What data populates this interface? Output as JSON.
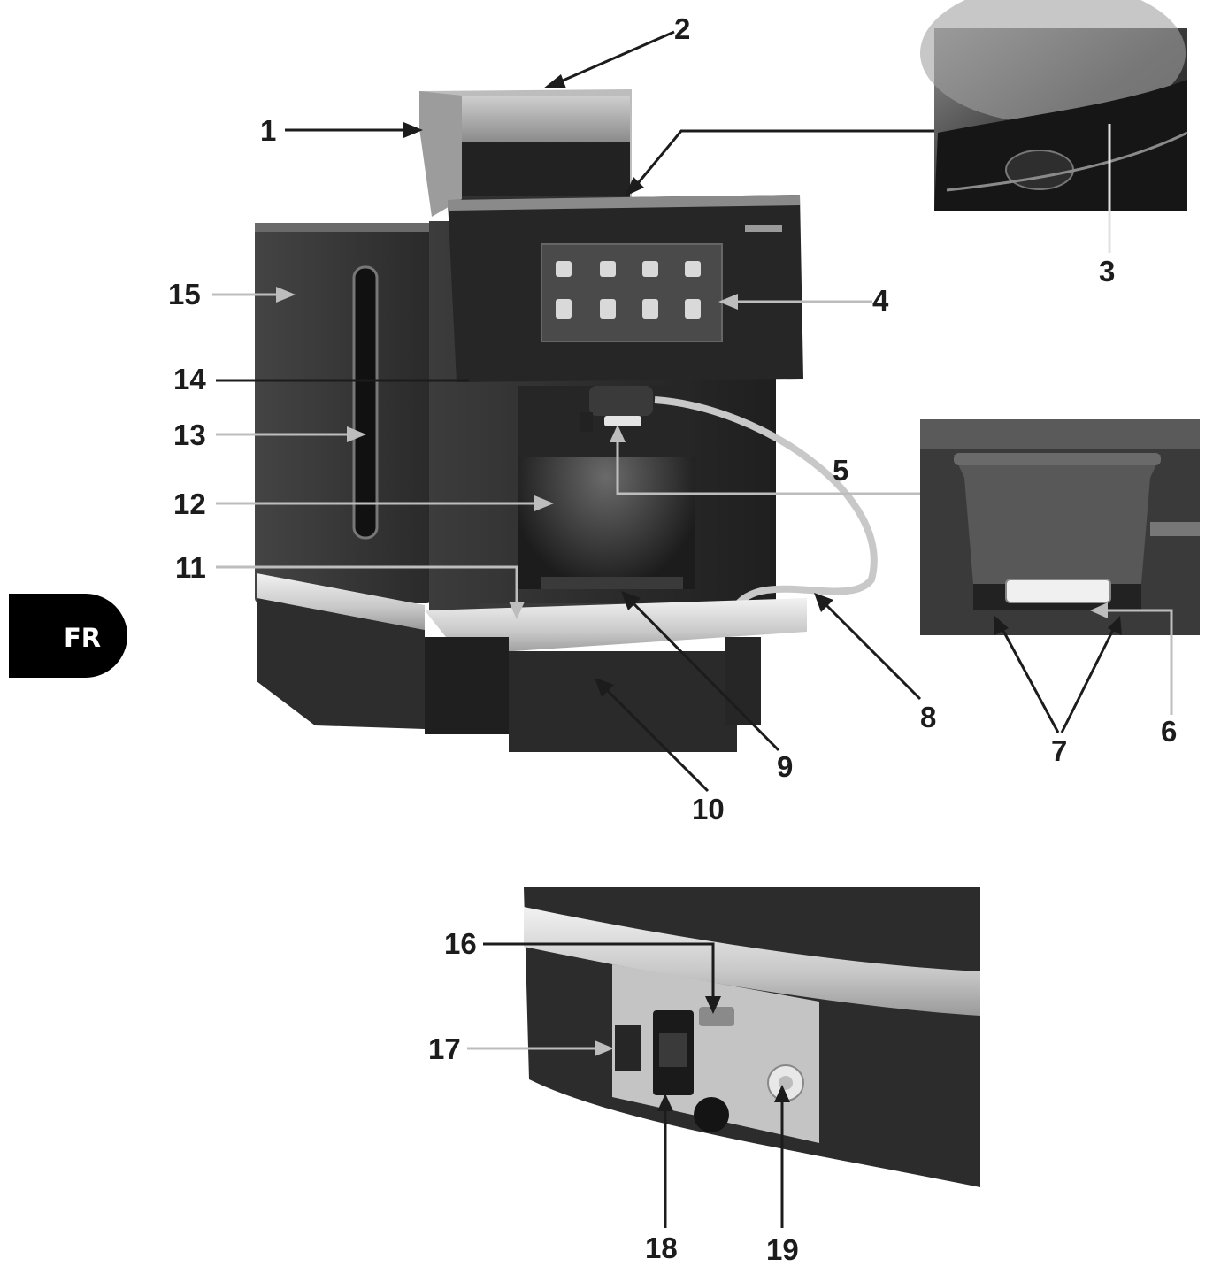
{
  "language_tab": "FR",
  "callouts": [
    {
      "id": "1",
      "label": "1"
    },
    {
      "id": "2",
      "label": "2"
    },
    {
      "id": "3",
      "label": "3"
    },
    {
      "id": "4",
      "label": "4"
    },
    {
      "id": "5",
      "label": "5"
    },
    {
      "id": "6",
      "label": "6"
    },
    {
      "id": "7",
      "label": "7"
    },
    {
      "id": "8",
      "label": "8"
    },
    {
      "id": "9",
      "label": "9"
    },
    {
      "id": "10",
      "label": "10"
    },
    {
      "id": "11",
      "label": "11"
    },
    {
      "id": "12",
      "label": "12"
    },
    {
      "id": "13",
      "label": "13"
    },
    {
      "id": "14",
      "label": "14"
    },
    {
      "id": "15",
      "label": "15"
    },
    {
      "id": "16",
      "label": "16"
    },
    {
      "id": "17",
      "label": "17"
    },
    {
      "id": "18",
      "label": "18"
    },
    {
      "id": "19",
      "label": "19"
    }
  ],
  "colors": {
    "machine_body": "#2e2e2e",
    "machine_dark": "#1e1e1e",
    "metal_trim": "#d4d4d4",
    "screen": "#3a3a3a",
    "callout_line": "#1c1c1c",
    "callout_line_light": "#bdbdbd",
    "tab_bg": "#000000"
  }
}
